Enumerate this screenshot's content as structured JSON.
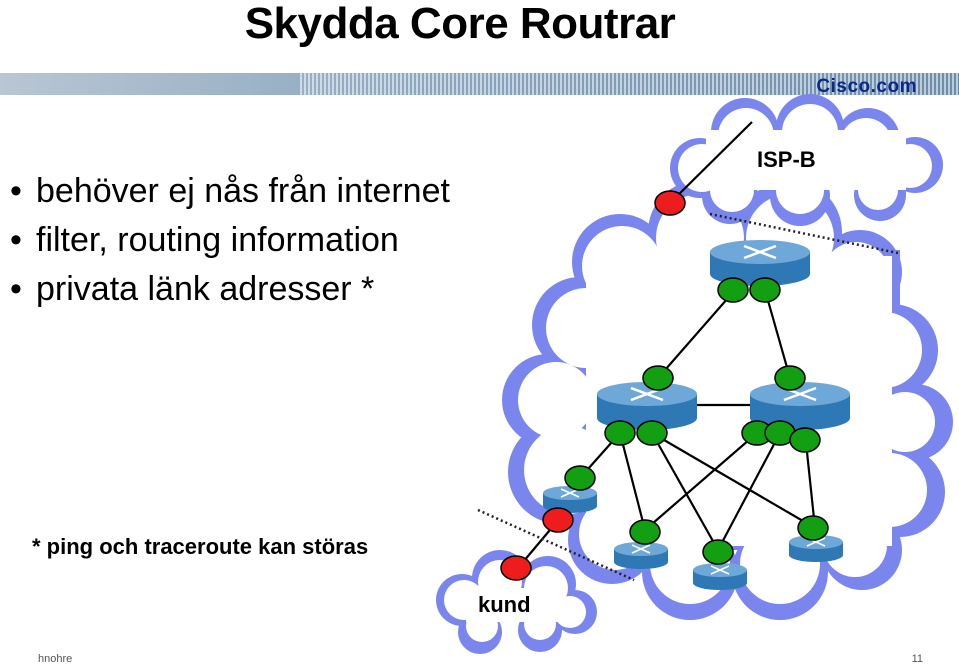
{
  "title": "Skydda Core Routrar",
  "logo": "Cisco.com",
  "bullets": [
    "behöver ej nås från internet",
    "filter, routing information",
    "privata länk adresser *"
  ],
  "footnote": "* ping och traceroute kan störas",
  "diagram": {
    "isp_label": "ISP-B",
    "customer_label": "kund",
    "colors": {
      "cloud_fill": "#ffffff",
      "cloud_edge": "#7a86ee",
      "router_top": "#6ea8d8",
      "router_side": "#2f78b6",
      "node_green": "#12a012",
      "node_red": "#ee1c1c",
      "filter_line": "#222222"
    },
    "icons": [
      "router-icon",
      "cloud-icon"
    ]
  },
  "footer": {
    "author": "hnohre",
    "page": "11"
  }
}
